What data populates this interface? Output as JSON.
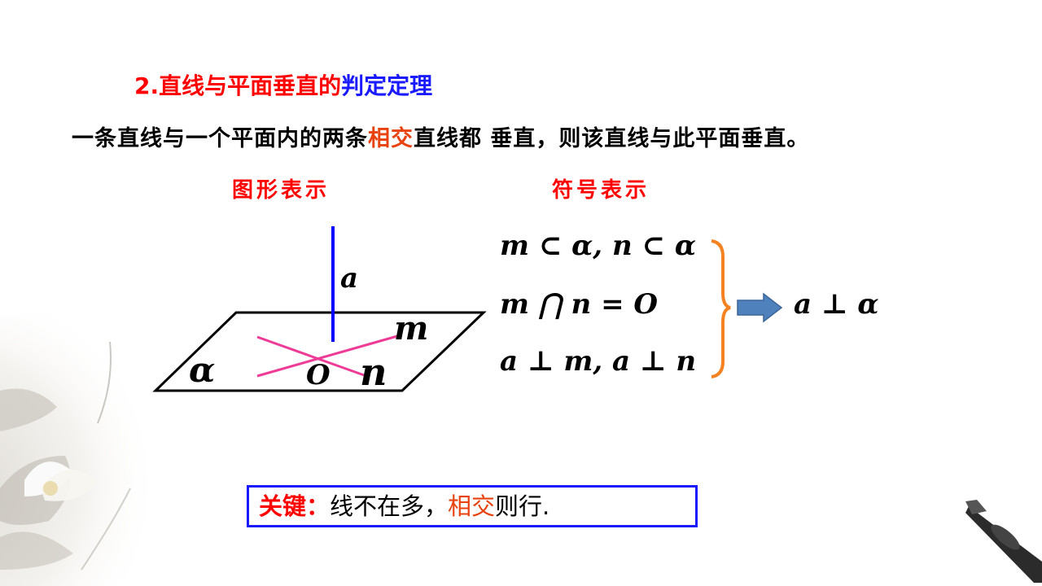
{
  "heading": {
    "number": "2.",
    "part_red": "直线与平面垂直的",
    "part_blue": "判定定理"
  },
  "statement": {
    "before": "一条直线与一个平面内的两条",
    "highlight": "相交",
    "after": "直线都 垂直，则该直线与此平面垂直。"
  },
  "labels": {
    "figure": "图形表示",
    "symbol": "符号表示"
  },
  "figure": {
    "line_a": "a",
    "line_m": "m",
    "line_n": "n",
    "point_o": "O",
    "plane_alpha": "α"
  },
  "symbols": {
    "line1": "m ⊂ α, n ⊂ α",
    "line2": "m ⋂ n = O",
    "line3": "a ⊥ m, a ⊥ n",
    "conclusion": "a ⊥ α"
  },
  "key": {
    "label": "关键：",
    "text1": "线不在多，",
    "highlight": "相交",
    "text2": "则行."
  },
  "colors": {
    "red": "#ff0000",
    "blue": "#1a1aff",
    "pink": "#ee3b97",
    "orange": "#f58220",
    "arrow": "#4f81bd"
  }
}
